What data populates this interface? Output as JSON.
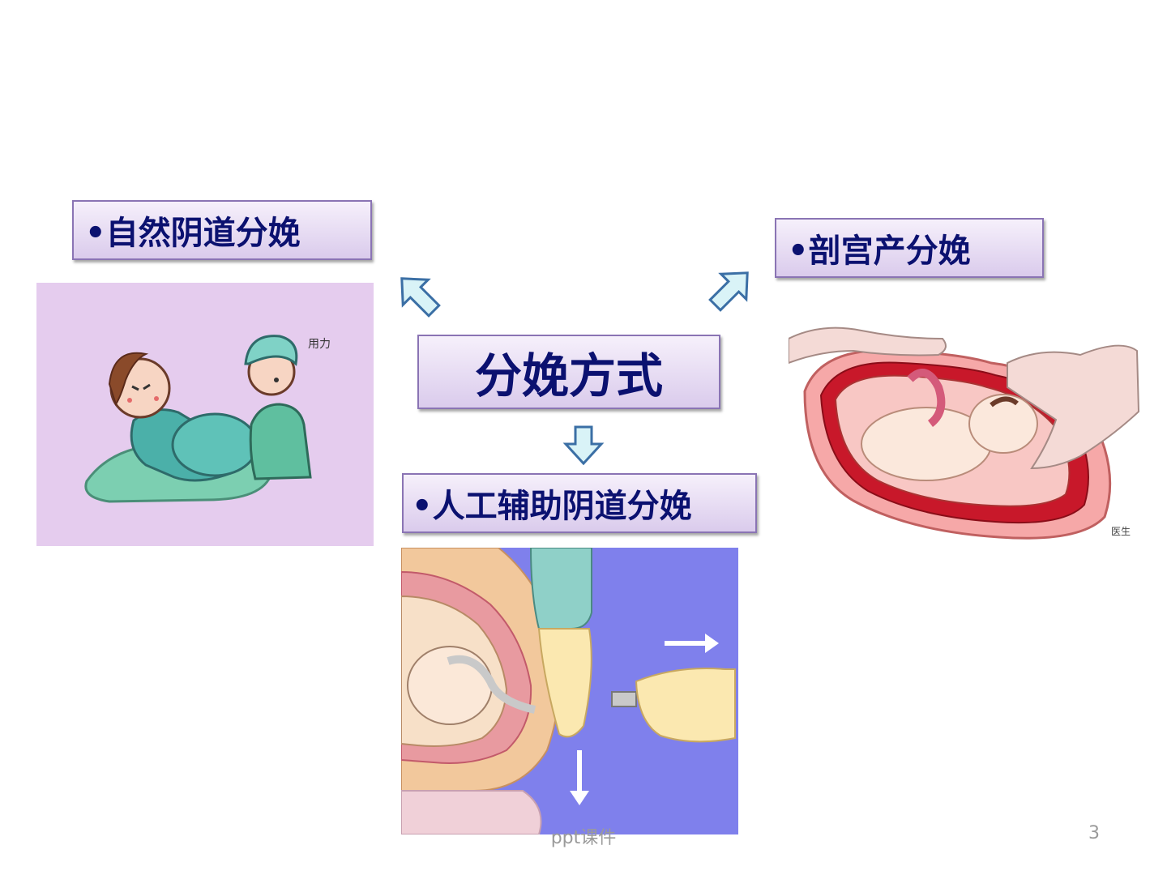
{
  "slide": {
    "center_title": "分娩方式",
    "methods": {
      "natural": "•自然阴道分娩",
      "cesarean": "•剖宫产分娩",
      "assisted": "•人工辅助阴道分娩"
    },
    "illustration_text": {
      "natural_caption": "用力",
      "cesarean_watermark": "医生"
    },
    "footer": "ppt课件",
    "page_number": "3"
  },
  "colors": {
    "label_text": "#0b1170",
    "label_border": "#8a74b4",
    "arrow_fill": "#d9f3f7",
    "arrow_stroke": "#3b6fa5",
    "natural_bg": "#e5ccee",
    "assisted_bg": "#7f80ec"
  },
  "icons": [
    "arrow-up-left-icon",
    "arrow-up-right-icon",
    "arrow-down-icon"
  ]
}
